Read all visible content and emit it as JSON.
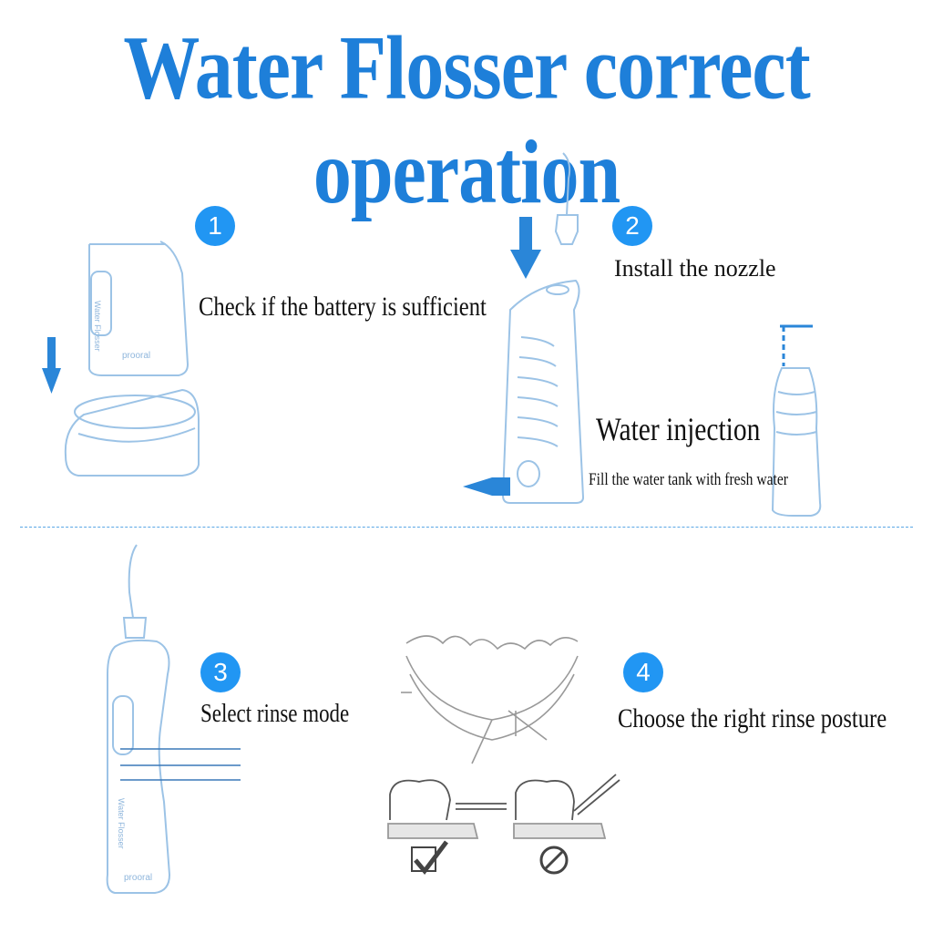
{
  "title": "Water Flosser correct operation",
  "colors": {
    "accent": "#2196f3",
    "title": "#1e7fd9",
    "line_art": "#9cc3e6",
    "arrow": "#2a86d8"
  },
  "steps": [
    {
      "number": "1",
      "label": "Check if the battery is sufficient"
    },
    {
      "number": "2",
      "label": "Install the nozzle"
    },
    {
      "number": "3",
      "label": "Select rinse mode"
    },
    {
      "number": "4",
      "label": "Choose the right rinse posture"
    }
  ],
  "water": {
    "heading": "Water injection",
    "caption": "Fill the water tank with fresh water"
  },
  "device": {
    "side_text": "Water Flosser",
    "brand": "prooral"
  },
  "posture_icons": [
    "check-icon",
    "prohibited-icon"
  ]
}
